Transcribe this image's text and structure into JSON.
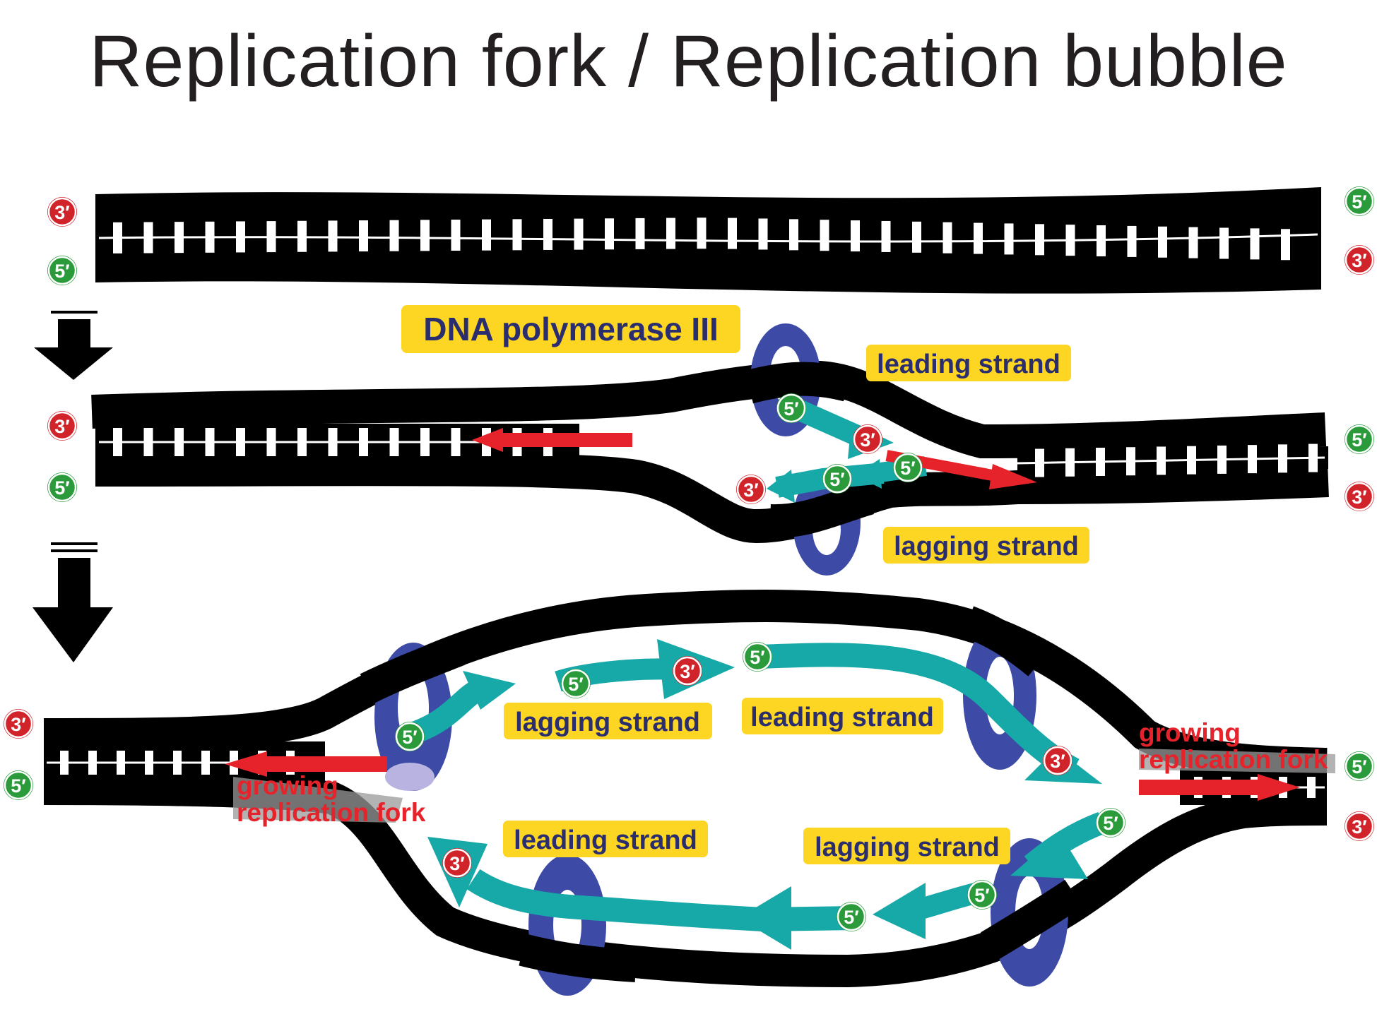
{
  "title": "Replication fork / Replication bubble",
  "labels": {
    "dna_polymerase": "DNA polymerase III",
    "leading_strand": "leading strand",
    "lagging_strand": "lagging strand",
    "growing_fork_line1": "growing",
    "growing_fork_line2": "replication fork"
  },
  "end_labels": {
    "three_prime": "3′",
    "five_prime": "5′"
  },
  "colors": {
    "dna_strand": "#000000",
    "base_rungs": "#ffffff",
    "new_strand": "#17a8a8",
    "polymerase": "#3d4aa6",
    "fork_arrow": "#e6232b",
    "label_bg": "#fcd623",
    "label_text": "#2b2e6e",
    "three_prime_marker": "#d1232a",
    "five_prime_marker": "#2a9a3a"
  },
  "icons": [
    "down-arrow-icon",
    "polymerase-ring-icon",
    "three-prime-end-marker",
    "five-prime-end-marker"
  ]
}
